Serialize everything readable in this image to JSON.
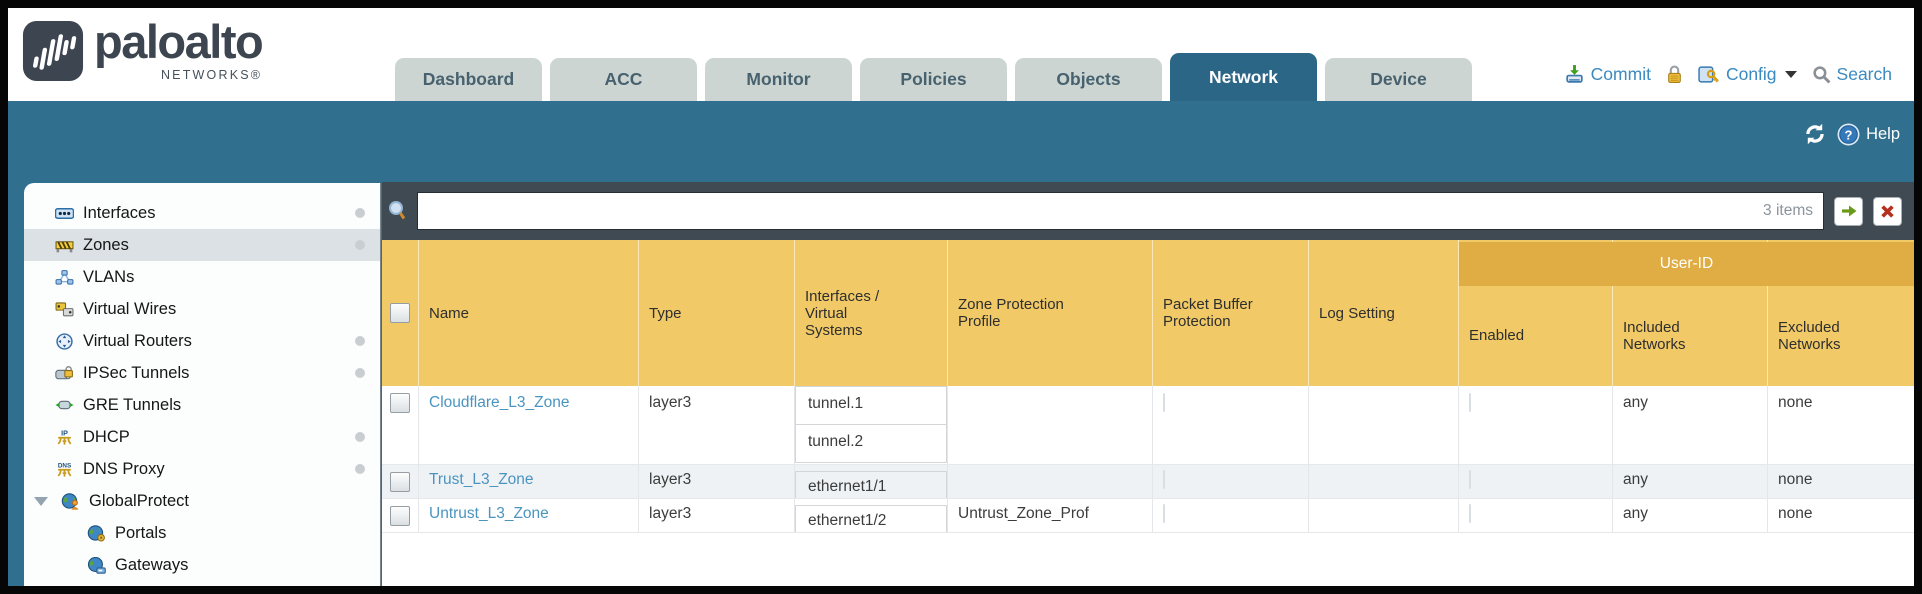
{
  "brand": {
    "wordmark": "paloalto",
    "subtext": "NETWORKS®"
  },
  "nav": {
    "tabs": [
      "Dashboard",
      "ACC",
      "Monitor",
      "Policies",
      "Objects",
      "Network",
      "Device"
    ],
    "active_tab": "Network"
  },
  "utilities": {
    "commit_label": "Commit",
    "config_label": "Config",
    "search_label": "Search"
  },
  "band": {
    "help_label": "Help"
  },
  "filter": {
    "value": "",
    "items_count": "3 items"
  },
  "sidebar": {
    "items": [
      {
        "label": "Interfaces",
        "notification_dot": true,
        "selected": false
      },
      {
        "label": "Zones",
        "notification_dot": true,
        "selected": true
      },
      {
        "label": "VLANs",
        "notification_dot": false,
        "selected": false
      },
      {
        "label": "Virtual Wires",
        "notification_dot": false,
        "selected": false
      },
      {
        "label": "Virtual Routers",
        "notification_dot": true,
        "selected": false
      },
      {
        "label": "IPSec Tunnels",
        "notification_dot": true,
        "selected": false
      },
      {
        "label": "GRE Tunnels",
        "notification_dot": false,
        "selected": false
      },
      {
        "label": "DHCP",
        "notification_dot": true,
        "selected": false
      },
      {
        "label": "DNS Proxy",
        "notification_dot": true,
        "selected": false
      },
      {
        "label": "GlobalProtect",
        "notification_dot": false,
        "selected": false,
        "expanded": true
      },
      {
        "label": "Portals",
        "notification_dot": false,
        "selected": false,
        "child": true
      },
      {
        "label": "Gateways",
        "notification_dot": false,
        "selected": false,
        "child": true
      }
    ]
  },
  "table": {
    "user_id_group_label": "User-ID",
    "columns": [
      "Name",
      "Type",
      "Interfaces / Virtual Systems",
      "Zone Protection Profile",
      "Packet Buffer Protection",
      "Log Setting",
      "Enabled",
      "Included Networks",
      "Excluded Networks"
    ],
    "rows": [
      {
        "name": "Cloudflare_L3_Zone",
        "type": "layer3",
        "interfaces": [
          "tunnel.1",
          "tunnel.2"
        ],
        "zone_protection_profile": "",
        "packet_buffer_protection_checked": false,
        "log_setting": "",
        "user_id_enabled_checked": false,
        "included_networks": "any",
        "excluded_networks": "none"
      },
      {
        "name": "Trust_L3_Zone",
        "type": "layer3",
        "interfaces": [
          "ethernet1/1"
        ],
        "zone_protection_profile": "",
        "packet_buffer_protection_checked": false,
        "log_setting": "",
        "user_id_enabled_checked": false,
        "included_networks": "any",
        "excluded_networks": "none"
      },
      {
        "name": "Untrust_L3_Zone",
        "type": "layer3",
        "interfaces": [
          "ethernet1/2"
        ],
        "zone_protection_profile": "Untrust_Zone_Prof",
        "packet_buffer_protection_checked": false,
        "log_setting": "",
        "user_id_enabled_checked": false,
        "included_networks": "any",
        "excluded_networks": "none"
      }
    ]
  },
  "colors": {
    "teal_band": "#316f8e",
    "active_tab": "#2c6687",
    "header_gold": "#f1ca67",
    "user_id_band": "#dfad43",
    "link_blue": "#4a94c0",
    "filter_bar": "#404a52"
  }
}
